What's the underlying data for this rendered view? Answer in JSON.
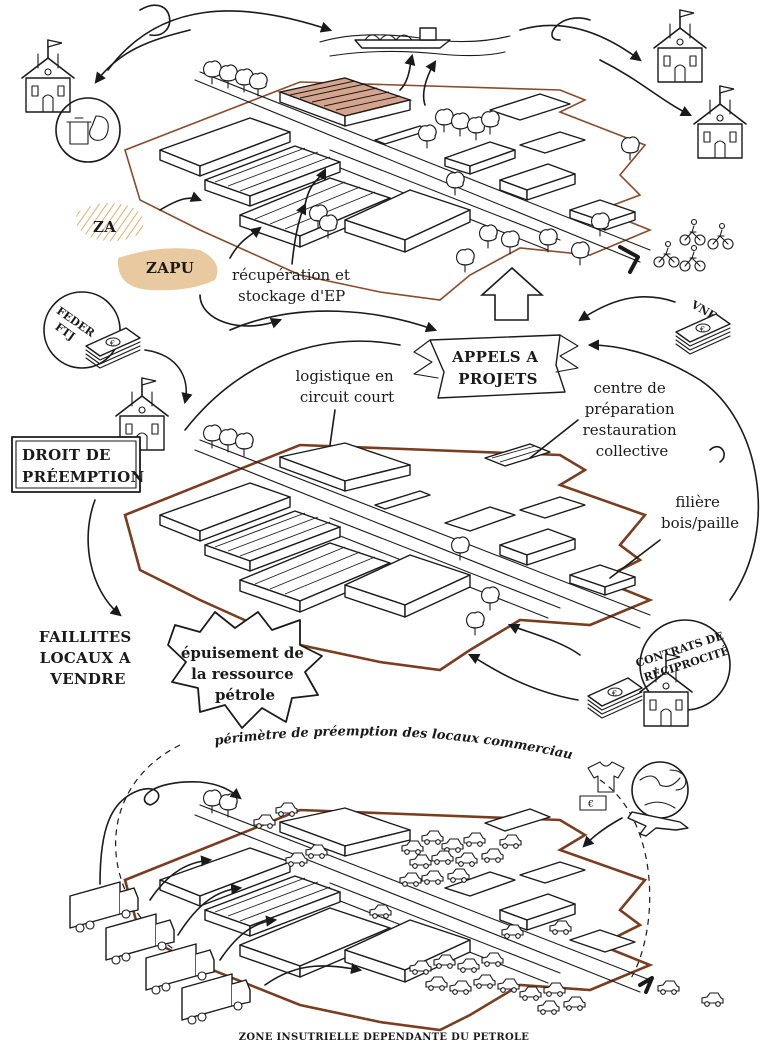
{
  "labels": {
    "za": "ZA",
    "zapu": "ZAPU",
    "recup": [
      "récupération et",
      "stockage d'EP"
    ],
    "feder": [
      "FEDER",
      "FTJ"
    ],
    "vnf": "VNF",
    "appels": [
      "APPELS A",
      "PROJETS"
    ],
    "logistique": [
      "logistique en",
      "circuit court"
    ],
    "centre": [
      "centre de",
      "préparation",
      "restauration",
      "collective"
    ],
    "filiere": [
      "filière",
      "bois/paille"
    ],
    "droit": [
      "DROIT DE",
      "PRÉEMPTION"
    ],
    "faillites": [
      "FAILLITES",
      "LOCAUX A",
      "VENDRE"
    ],
    "epuisement": [
      "épuisement de",
      "la ressource",
      "pétrole"
    ],
    "contrats": [
      "CONTRATS DE",
      "RÉCIPROCITÉ"
    ],
    "perimetre": "périmètre de préemption des locaux commerciaux",
    "footer": "ZONE INSUTRIELLE DEPENDANTE DU PETROLE"
  },
  "colors": {
    "ink": "#1a1a1a",
    "fence": "#8a4a2b",
    "fence_bold": "#7a3d1f",
    "roof_highlight": "#d4a48c",
    "zapu_blob": "#e8c9a0",
    "za_hatch": "#e0b070"
  },
  "icons": [
    "town-hall-icon",
    "trash-bin-icon",
    "banknotes-icon",
    "tshirt-icon",
    "globe-icon",
    "plane-icon",
    "truck-icon",
    "car-icon",
    "bicycle-icon",
    "tree-icon",
    "boat-icon"
  ]
}
